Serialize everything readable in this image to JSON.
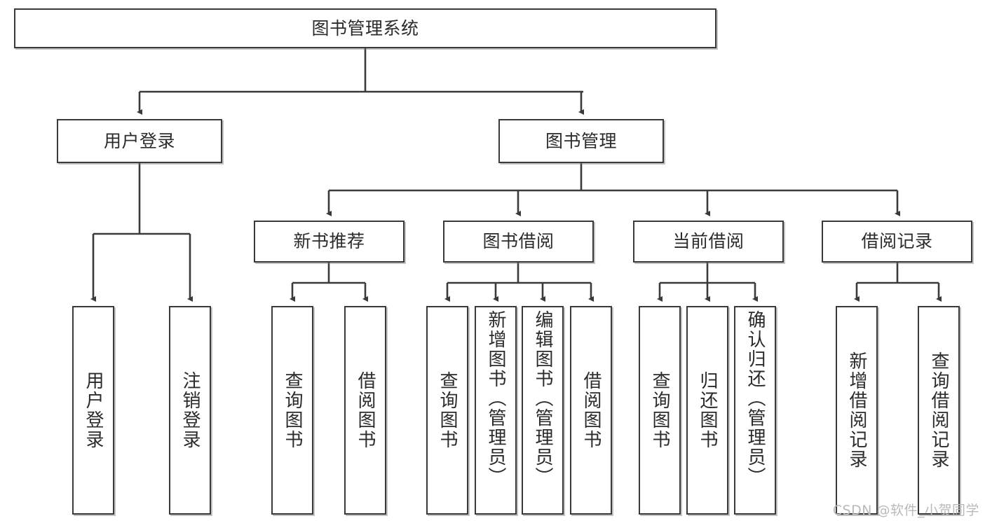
{
  "diagram": {
    "type": "tree",
    "title": "图书管理系统",
    "watermark": "CSDN @软件_小贺同学",
    "stroke_color": "#3a3a3a",
    "fill_color": "#ffffff",
    "text_color": "#2b2b2b"
  },
  "nodes": {
    "root": {
      "label": "图书管理系统"
    },
    "level2": [
      {
        "label": "用户登录"
      },
      {
        "label": "图书管理"
      }
    ],
    "level3": [
      {
        "label": "新书推荐"
      },
      {
        "label": "图书借阅"
      },
      {
        "label": "当前借阅"
      },
      {
        "label": "借阅记录"
      }
    ],
    "leaves": {
      "user_login": [
        {
          "label": "用户登录"
        },
        {
          "label": "注销登录"
        }
      ],
      "new_book_recommend": [
        {
          "label": "查询图书"
        },
        {
          "label": "借阅图书"
        }
      ],
      "book_borrow": [
        {
          "label": "查询图书"
        },
        {
          "label": "新增图书（管理员）"
        },
        {
          "label": "编辑图书（管理员）"
        },
        {
          "label": "借阅图书"
        }
      ],
      "current_borrow": [
        {
          "label": "查询图书"
        },
        {
          "label": "归还图书"
        },
        {
          "label": "确认归还（管理员）"
        }
      ],
      "borrow_record": [
        {
          "label": "新增借阅记录"
        },
        {
          "label": "查询借阅记录"
        }
      ]
    }
  }
}
